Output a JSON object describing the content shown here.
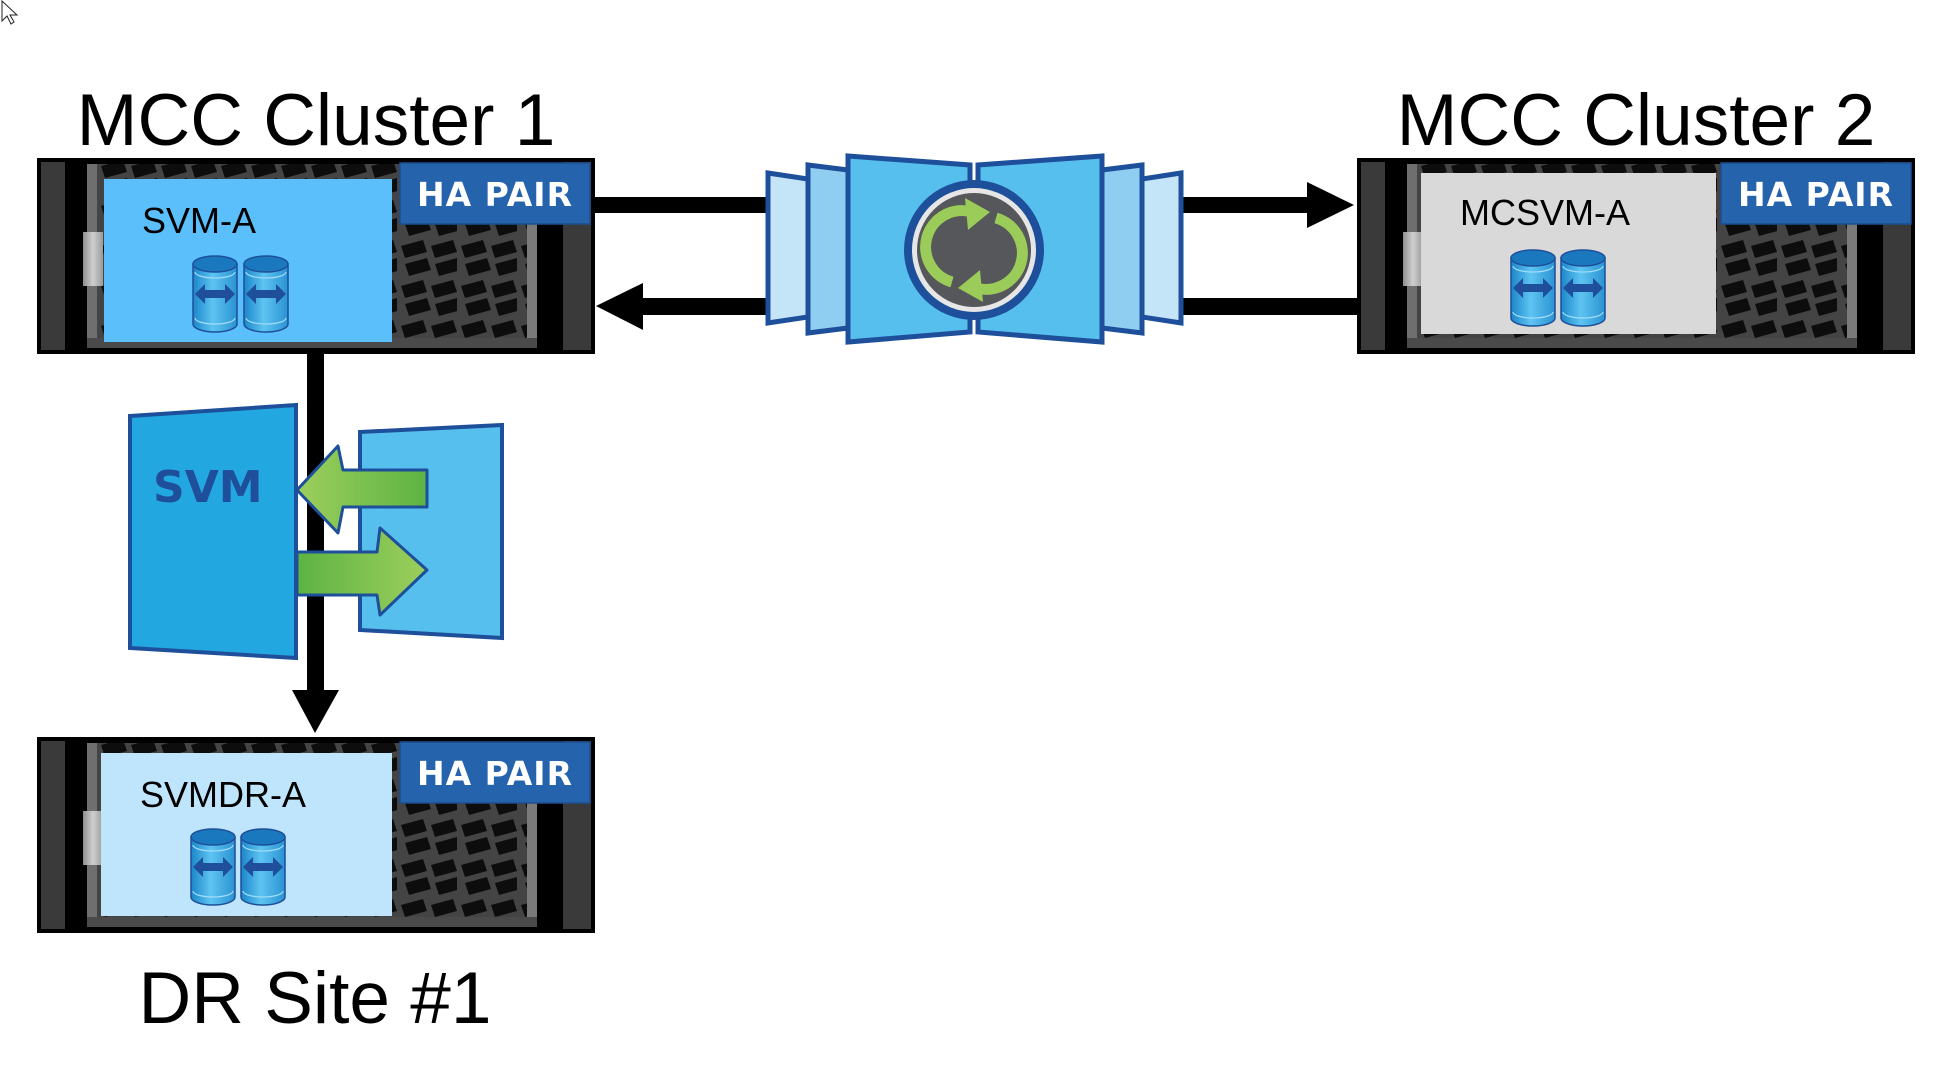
{
  "diagram": {
    "cluster1": {
      "title": "MCC Cluster 1",
      "badge": "HA PAIR",
      "svm": {
        "label": "SVM-A",
        "fill": "#5bbffb",
        "icon": "storage-volumes-icon"
      }
    },
    "cluster2": {
      "title": "MCC Cluster 2",
      "badge": "HA PAIR",
      "svm": {
        "label": "MCSVM-A",
        "fill": "#d9d9d9",
        "icon": "storage-volumes-icon"
      }
    },
    "dr_site": {
      "title": "DR Site #1",
      "badge": "HA PAIR",
      "svm": {
        "label": "SVMDR-A",
        "fill": "#bfe5fd",
        "icon": "storage-volumes-icon"
      }
    },
    "mirror_icon": {
      "semantic": "metrocluster-sync-icon"
    },
    "svm_dr_icon": {
      "label": "SVM",
      "semantic": "svm-migrate-icon"
    },
    "connections": [
      {
        "from": "MCC Cluster 1",
        "to": "MCC Cluster 2",
        "direction": "right"
      },
      {
        "from": "MCC Cluster 2",
        "to": "MCC Cluster 1",
        "direction": "left"
      },
      {
        "from": "MCC Cluster 1",
        "to": "DR Site #1",
        "direction": "down"
      }
    ],
    "colors": {
      "badge": "#2563ad",
      "chassis": "#3a3a3a",
      "panel_stroke": "#1e4f9a",
      "panel_blue": "#56bfee",
      "sync_green": "#9bcb58",
      "sync_dark": "#55575a"
    }
  }
}
